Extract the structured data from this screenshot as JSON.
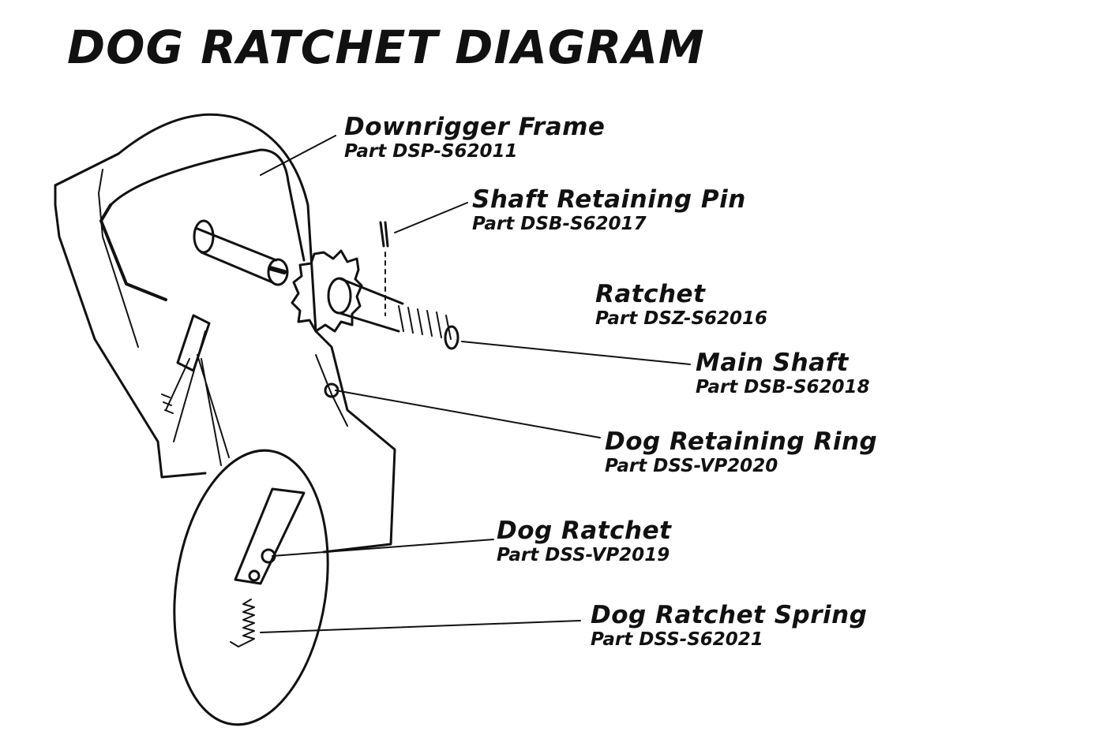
{
  "title": "DOG RATCHET DIAGRAM",
  "parts": [
    {
      "name": "Downrigger Frame",
      "part": "Part DSP-S62011"
    },
    {
      "name": "Shaft Retaining Pin",
      "part": "Part DSB-S62017"
    },
    {
      "name": "Ratchet",
      "part": "Part DSZ-S62016"
    },
    {
      "name": "Main Shaft",
      "part": "Part DSB-S62018"
    },
    {
      "name": "Dog Retaining Ring",
      "part": "Part DSS-VP2020"
    },
    {
      "name": "Dog Ratchet",
      "part": "Part DSS-VP2019"
    },
    {
      "name": "Dog Ratchet Spring",
      "part": "Part DSS-S62021"
    }
  ],
  "colors": {
    "ink": "#111111",
    "background": "#ffffff"
  }
}
